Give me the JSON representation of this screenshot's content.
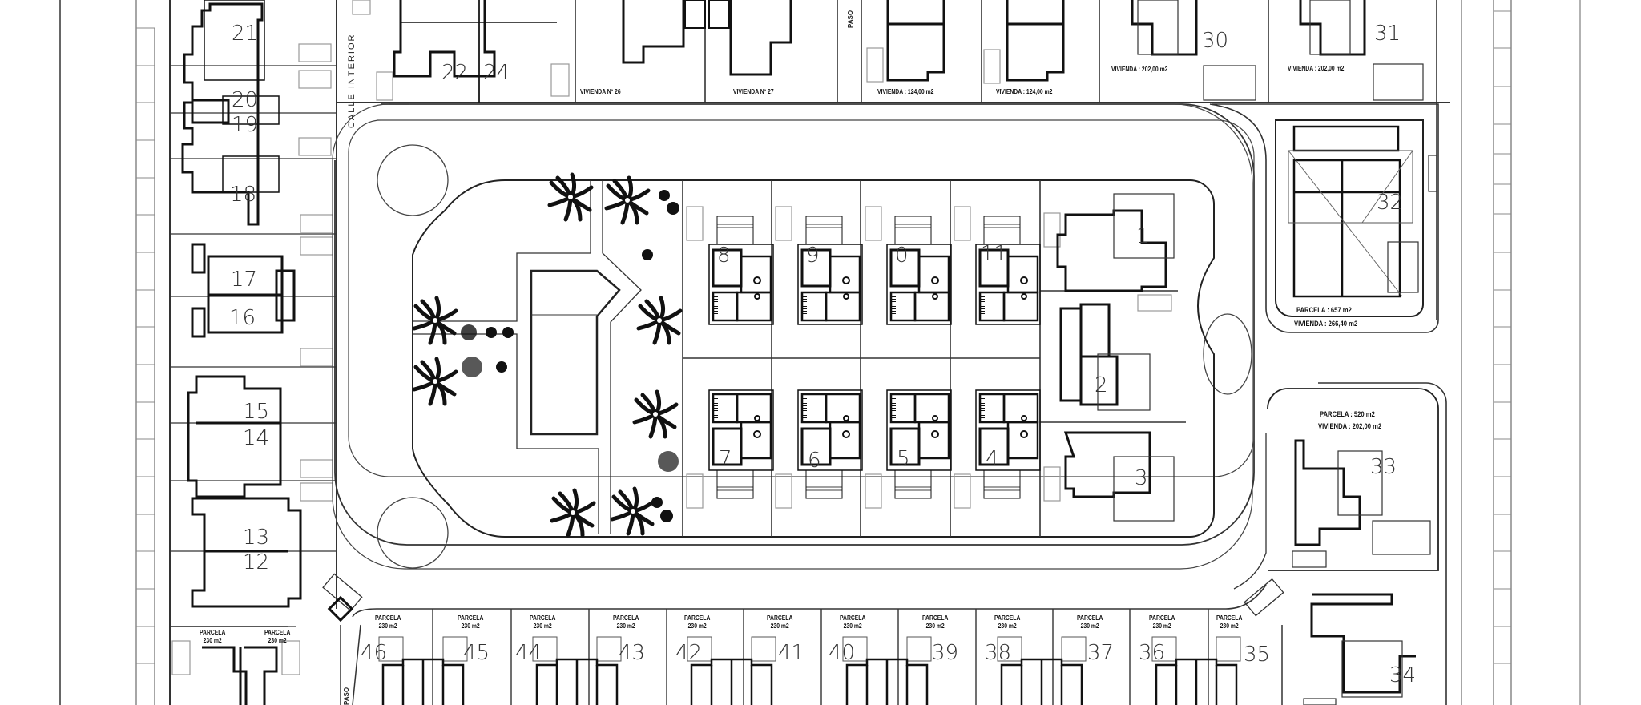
{
  "plan": {
    "type": "site-plan",
    "street_label": "CALLE INTERIOR",
    "passage_label": "PASO"
  },
  "top_row": {
    "viviendas": [
      {
        "label": "VIVIENDA Nº 26"
      },
      {
        "label": "VIVIENDA Nº 27"
      },
      {
        "label": "VIVIENDA : 124,00 m2"
      },
      {
        "label": "VIVIENDA : 124,00 m2"
      },
      {
        "label": "VIVIENDA : 202,00 m2"
      },
      {
        "label": "VIVIENDA : 202,00 m2"
      }
    ],
    "lot_numbers": [
      "22",
      "24",
      "30",
      "31"
    ]
  },
  "left_column": {
    "lot_numbers": [
      "21",
      "20",
      "19",
      "18",
      "17",
      "16",
      "15",
      "14",
      "13",
      "12"
    ]
  },
  "central_block": {
    "top_row": [
      "8",
      "9",
      "0",
      "11"
    ],
    "bottom_row": [
      "7",
      "6",
      "5",
      "4"
    ],
    "right_side": [
      "1",
      "2",
      "3"
    ]
  },
  "east_lots": {
    "lot_32": {
      "number": "32",
      "parcela": "PARCELA : 657 m2",
      "vivienda": "VIVIENDA : 266,40 m2"
    },
    "lot_33": {
      "number": "33",
      "parcela": "PARCELA : 520 m2",
      "vivienda": "VIVIENDA : 202,00 m2"
    },
    "lot_34": {
      "number": "34"
    }
  },
  "bottom_row": {
    "parcela_title": "PARCELA",
    "parcela_area": "230 m2",
    "lots": [
      "46",
      "45",
      "44",
      "43",
      "42",
      "41",
      "40",
      "39",
      "38",
      "37",
      "36",
      "35"
    ]
  },
  "bottom_left": {
    "parcels": [
      {
        "title": "PARCELA",
        "area": "230 m2"
      },
      {
        "title": "PARCELA",
        "area": "230 m2"
      }
    ]
  },
  "colors": {
    "line": "#222222",
    "light_line": "#8a8a8a",
    "background": "#ffffff",
    "tree": "#111111"
  }
}
